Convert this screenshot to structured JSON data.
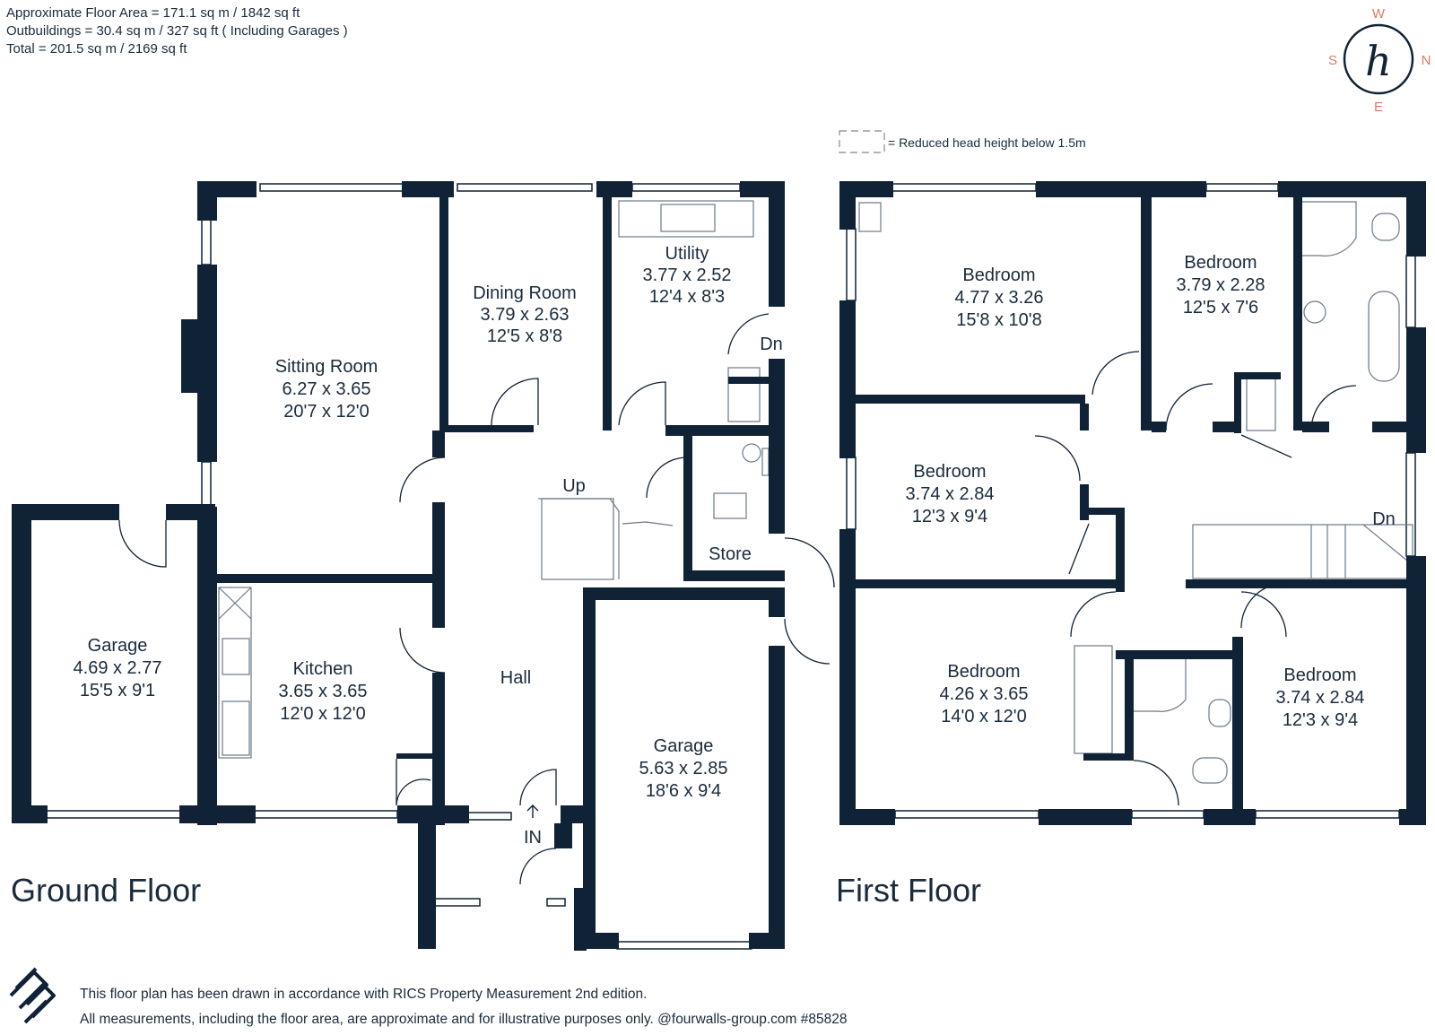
{
  "areas": {
    "line1": "Approximate Floor Area = 171.1 sq m / 1842 sq ft",
    "line2": "Outbuildings = 30.4 sq m / 327 sq ft ( Including Garages )",
    "line3": "Total = 201.5 sq m / 2169 sq ft"
  },
  "compass": {
    "w": "W",
    "s": "S",
    "n": "N",
    "e": "E",
    "logo": "h"
  },
  "legend": {
    "text": "= Reduced head height below 1.5m"
  },
  "ground_floor": {
    "title": "Ground Floor",
    "sitting": {
      "name": "Sitting Room",
      "metric": "6.27 x 3.65",
      "imperial": "20'7 x 12'0"
    },
    "dining": {
      "name": "Dining Room",
      "metric": "3.79 x 2.63",
      "imperial": "12'5 x 8'8"
    },
    "utility": {
      "name": "Utility",
      "metric": "3.77 x 2.52",
      "imperial": "12'4 x 8'3"
    },
    "dn": "Dn",
    "up": "Up",
    "store": "Store",
    "garage_left": {
      "name": "Garage",
      "metric": "4.69 x 2.77",
      "imperial": "15'5 x 9'1"
    },
    "kitchen": {
      "name": "Kitchen",
      "metric": "3.65 x 3.65",
      "imperial": "12'0 x 12'0"
    },
    "hall": "Hall",
    "garage_right": {
      "name": "Garage",
      "metric": "5.63 x 2.85",
      "imperial": "18'6 x 9'4"
    },
    "entrance": "IN"
  },
  "first_floor": {
    "title": "First Floor",
    "bed1": {
      "name": "Bedroom",
      "metric": "4.77 x 3.26",
      "imperial": "15'8 x 10'8"
    },
    "bed2": {
      "name": "Bedroom",
      "metric": "3.79 x 2.28",
      "imperial": "12'5 x 7'6"
    },
    "bed3": {
      "name": "Bedroom",
      "metric": "3.74 x 2.84",
      "imperial": "12'3 x 9'4"
    },
    "bed4": {
      "name": "Bedroom",
      "metric": "4.26 x 3.65",
      "imperial": "14'0 x 12'0"
    },
    "bed5": {
      "name": "Bedroom",
      "metric": "3.74 x 2.84",
      "imperial": "12'3 x 9'4"
    },
    "dn": "Dn"
  },
  "footer": {
    "line1": "This floor plan has been drawn in accordance with RICS Property Measurement 2nd edition.",
    "line2": "All measurements, including the floor area, are approximate and for illustrative purposes only. @fourwalls-group.com #85828"
  },
  "colors": {
    "wall": "#0f2236",
    "text": "#1a2b3c",
    "accent": "#e07a5f"
  }
}
